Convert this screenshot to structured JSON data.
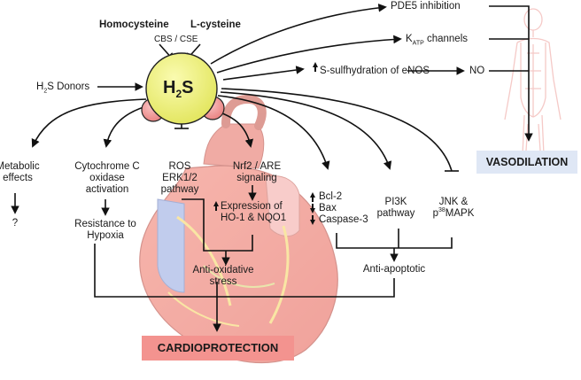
{
  "sources": {
    "homocysteine": "Homocysteine",
    "lcysteine": "L-cysteine",
    "enzymes": "CBS / CSE",
    "donors_pre": "H",
    "donors_sub": "2",
    "donors_post": "S Donors"
  },
  "center": {
    "h": "H",
    "sub": "2",
    "s": "S"
  },
  "vasodilation_path": {
    "pde5": "PDE5 inhibition",
    "katp_pre": "K",
    "katp_sub": "ATP",
    "katp_post": " channels",
    "s_sulf": "S-sulfhydration of eNOS",
    "no": "NO",
    "result": "VASODILATION"
  },
  "effects": {
    "metabolic": [
      "Metabolic",
      "effects"
    ],
    "metabolic_result": "?",
    "cytochrome": [
      "Cytochrome C",
      "oxidase",
      "activation"
    ],
    "hypoxia": [
      "Resistance to",
      "Hypoxia"
    ],
    "ros": [
      "ROS",
      "ERK1/2",
      "pathway"
    ],
    "nrf2": [
      "Nrf2 / ARE",
      "signaling"
    ],
    "expression": [
      "Expression of",
      "HO-1 & NQO1"
    ],
    "antioxidative": [
      "Anti-oxidative",
      "stress"
    ],
    "bcl2": "Bcl-2",
    "bax": "Bax",
    "caspase": "Caspase-3",
    "pi3k": [
      "PI3K",
      "pathway"
    ],
    "jnk_line1": "JNK &",
    "jnk_pre": "p",
    "jnk_sup": "38",
    "jnk_post": "MAPK",
    "antiapoptotic": "Anti-apoptotic"
  },
  "outcome": "CARDIOPROTECTION",
  "colors": {
    "h2s_fill": "#eef07a",
    "h2s_lobes": "#f29a9a",
    "vasodilation_bg": "#dfe7f5",
    "cardioprotection_bg": "#f3938f",
    "arrow": "#111111",
    "heart_red": "#e04a3a",
    "heart_blue": "#8fa3e0",
    "vessel_red": "#e98a84"
  }
}
